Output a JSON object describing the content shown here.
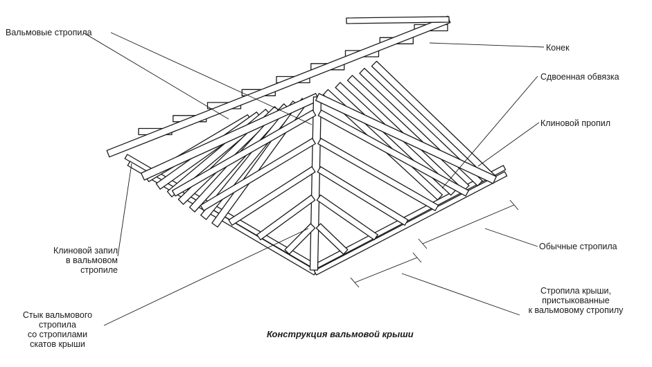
{
  "labels": {
    "hip_rafters": "Вальмовые стропила",
    "ridge": "Конек",
    "double_plate": "Сдвоенная обвязка",
    "birdsmouth_cut": "Клиновой пропил",
    "birdsmouth_hip": [
      "Клиновой запил",
      "в вальмовом",
      "стропиле"
    ],
    "common_rafters": "Обычные стропила",
    "jack_rafters": [
      "Стропила крыши,",
      "пристыкованные",
      "к вальмовому стропилу"
    ],
    "hip_joint": [
      "Стык вальмового",
      "стропила",
      "со стропилами",
      "скатов крыши"
    ]
  },
  "caption": "Конструкция вальмовой крыши",
  "colors": {
    "ink": "#1a1a1a",
    "wood": "#ffffff"
  }
}
